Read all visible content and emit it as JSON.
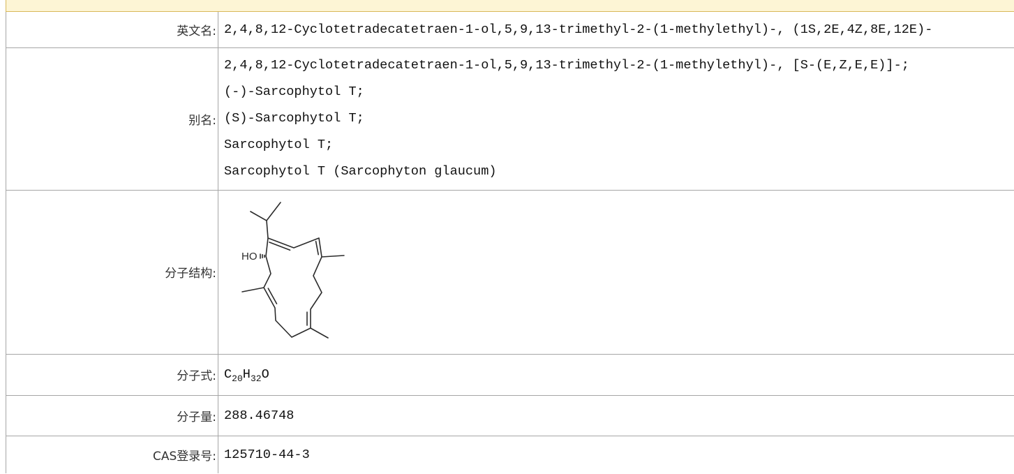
{
  "colors": {
    "header_background": "#fdf5d5",
    "header_border": "#d8b85a",
    "table_border": "#a6a6a6",
    "label_text": "#333333",
    "value_text": "#111111"
  },
  "compound": {
    "english_name": {
      "label": "英文名:",
      "value": "2,4,8,12-Cyclotetradecatetraen-1-ol,5,9,13-trimethyl-2-(1-methylethyl)-, (1S,2E,4Z,8E,12E)-"
    },
    "aliases": {
      "label": "别名:",
      "items": [
        "2,4,8,12-Cyclotetradecatetraen-1-ol,5,9,13-trimethyl-2-(1-methylethyl)-, [S-(E,Z,E,E)]-;",
        "(-)-Sarcophytol T;",
        "(S)-Sarcophytol T;",
        "Sarcophytol T;",
        "Sarcophytol T (Sarcophyton glaucum)"
      ]
    },
    "structure": {
      "label": "分子结构:",
      "image_text": "HO"
    },
    "formula": {
      "label": "分子式:",
      "parts": [
        {
          "symbol": "C",
          "count": "20"
        },
        {
          "symbol": "H",
          "count": "32"
        },
        {
          "symbol": "O"
        }
      ]
    },
    "molecular_weight": {
      "label": "分子量:",
      "value": "288.46748"
    },
    "cas_number": {
      "label": "CAS登录号:",
      "value": "125710-44-3"
    }
  }
}
